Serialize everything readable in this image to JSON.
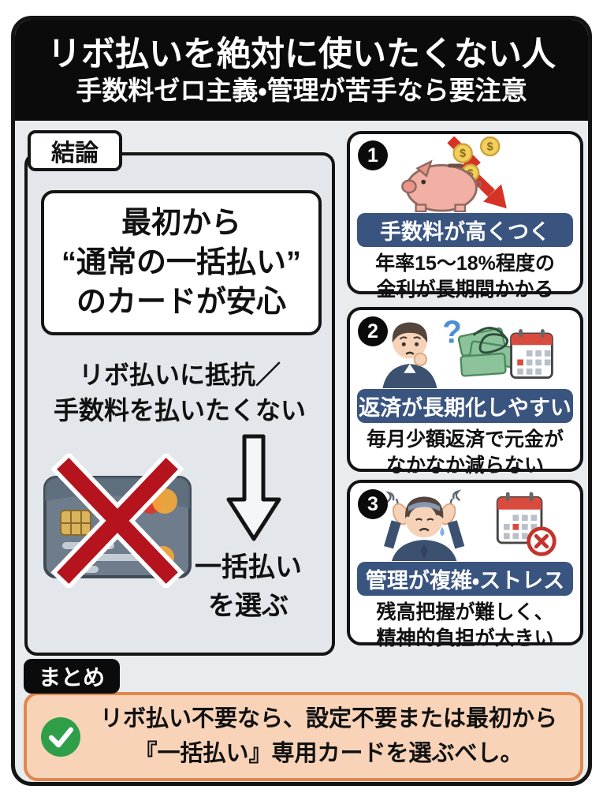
{
  "header": {
    "title": "リボ払いを絶対に使いたくない人",
    "subtitle": "手数料ゼロ主義・管理が苦手なら要注意"
  },
  "conclusion": {
    "tag": "結論",
    "box_lines": [
      "最初から",
      "“通常の一括払い”",
      "のカードが安心"
    ],
    "condition_lines": [
      "リボ払いに抵抗／",
      "手数料を払いたくない"
    ],
    "action_lines": [
      "一括払い",
      "を選ぶ"
    ],
    "icons": [
      "credit-card-crossed-icon",
      "down-arrow-icon"
    ]
  },
  "reasons": [
    {
      "number": "1",
      "title": "手数料が高くつく",
      "desc_lines": [
        "年率15〜18%程度の",
        "金利が長期間かかる"
      ],
      "icon": "piggy-bank-loss-icon"
    },
    {
      "number": "2",
      "title": "返済が長期化しやすい",
      "desc_lines": [
        "毎月少額返済で元金が",
        "なかなか減らない"
      ],
      "icon": "worried-man-money-calendar-icon"
    },
    {
      "number": "3",
      "title": "管理が複雑・ストレス",
      "desc_lines": [
        "残高把握が難しく、",
        "精神的負担が大きい"
      ],
      "icon": "stressed-man-calendar-x-icon"
    }
  ],
  "summary": {
    "tag": "まとめ",
    "lines": [
      "リボ払い不要なら、設定不要または最初から",
      "『一括払い』専用カードを選ぶべし。"
    ],
    "icon": "check-icon"
  },
  "colors": {
    "frame_border": "#141414",
    "panel_bg": "#e9ecef",
    "header_bg": "#0b0b0b",
    "title_bar_navy": "#3a5480",
    "summary_bg": "#f8d3b8",
    "summary_border": "#e0874d",
    "check_green": "#2f9e49",
    "alert_red": "#b5131d"
  }
}
